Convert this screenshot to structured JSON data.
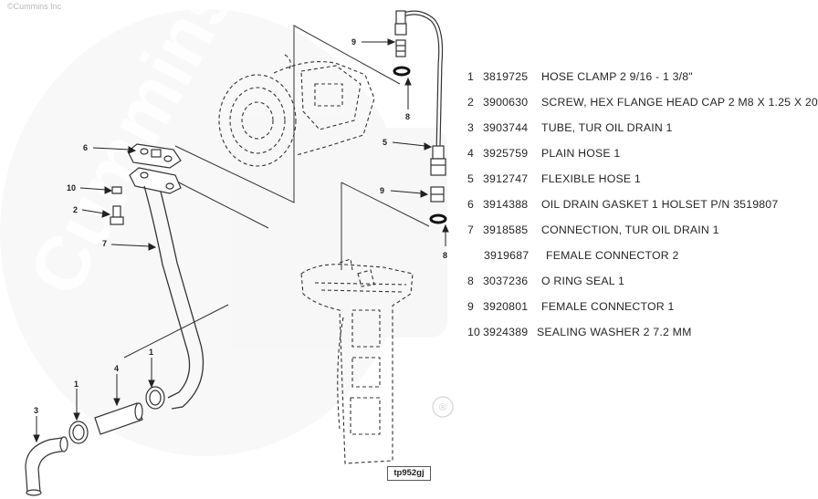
{
  "copyright": "©Cummins Inc",
  "watermark": {
    "brand": "Cummins",
    "registered_mark": "®"
  },
  "drawing_id": "tp952gj",
  "callouts": [
    "9",
    "8",
    "5",
    "9",
    "8",
    "6",
    "10",
    "2",
    "7",
    "1",
    "4",
    "3",
    "1",
    "1"
  ],
  "parts": [
    {
      "idx": "1",
      "number": "3819725",
      "description": "HOSE CLAMP 2 9/16 - 1 3/8\""
    },
    {
      "idx": "2",
      "number": "3900630",
      "description": "SCREW, HEX FLANGE HEAD CAP 2 M8 X 1.25 X 20"
    },
    {
      "idx": "3",
      "number": "3903744",
      "description": "TUBE, TUR OIL DRAIN 1"
    },
    {
      "idx": "4",
      "number": "3925759",
      "description": "PLAIN HOSE 1"
    },
    {
      "idx": "5",
      "number": "3912747",
      "description": "FLEXIBLE HOSE 1"
    },
    {
      "idx": "6",
      "number": "3914388",
      "description": "OIL DRAIN GASKET 1 HOLSET P/N 3519807"
    },
    {
      "idx": "7",
      "number": "3918585",
      "description": "CONNECTION, TUR OIL DRAIN 1"
    },
    {
      "idx": "",
      "number": "3919687",
      "description": "FEMALE CONNECTOR 2"
    },
    {
      "idx": "8",
      "number": "3037236",
      "description": "O RING SEAL 1"
    },
    {
      "idx": "9",
      "number": "3920801",
      "description": "FEMALE CONNECTOR 1"
    },
    {
      "idx": "10",
      "number": "3924389",
      "description": "SEALING WASHER 2 7.2 MM"
    }
  ]
}
